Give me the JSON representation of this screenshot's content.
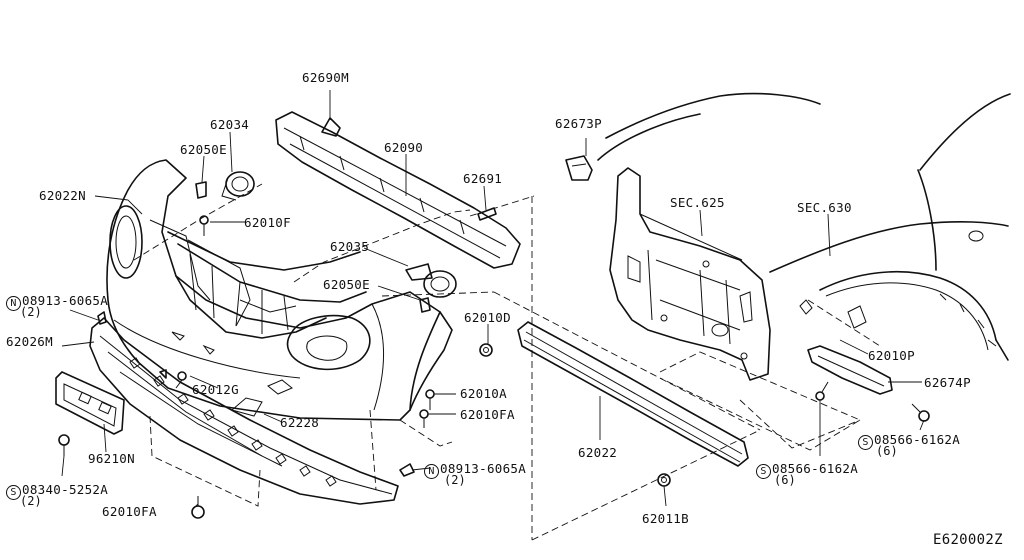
{
  "diagram_code": "E620002Z",
  "parts": [
    {
      "id": "p62690M",
      "part": "62690M"
    },
    {
      "id": "p62034",
      "part": "62034"
    },
    {
      "id": "p62090",
      "part": "62090"
    },
    {
      "id": "p62050E_top",
      "part": "62050E"
    },
    {
      "id": "p62022N",
      "part": "62022N"
    },
    {
      "id": "p62691",
      "part": "62691"
    },
    {
      "id": "p62010F",
      "part": "62010F"
    },
    {
      "id": "p62035",
      "part": "62035"
    },
    {
      "id": "p62050E_mid",
      "part": "62050E"
    },
    {
      "id": "p08913_top",
      "prefix": "N",
      "part": "08913-6065A",
      "qty": "(2)"
    },
    {
      "id": "p62010D",
      "part": "62010D"
    },
    {
      "id": "p62026M",
      "part": "62026M"
    },
    {
      "id": "p62012G",
      "part": "62012G"
    },
    {
      "id": "p62010A",
      "part": "62010A"
    },
    {
      "id": "p62010FA_mid",
      "part": "62010FA"
    },
    {
      "id": "p62228",
      "part": "62228"
    },
    {
      "id": "p96210N",
      "part": "96210N"
    },
    {
      "id": "p08913_bot",
      "prefix": "N",
      "part": "08913-6065A",
      "qty": "(2)"
    },
    {
      "id": "p08340",
      "prefix": "S",
      "part": "08340-5252A",
      "qty": "(2)"
    },
    {
      "id": "p62010FA_bot",
      "part": "62010FA"
    },
    {
      "id": "p62022",
      "part": "62022"
    },
    {
      "id": "p62011B",
      "part": "62011B"
    },
    {
      "id": "p62673P",
      "part": "62673P"
    },
    {
      "id": "pSEC625",
      "part": "SEC.625"
    },
    {
      "id": "pSEC630",
      "part": "SEC.630"
    },
    {
      "id": "p62010P",
      "part": "62010P"
    },
    {
      "id": "p62674P",
      "part": "62674P"
    },
    {
      "id": "p08566_right",
      "prefix": "S",
      "part": "08566-6162A",
      "qty": "(6)"
    },
    {
      "id": "p08566_mid",
      "prefix": "S",
      "part": "08566-6162A",
      "qty": "(6)"
    }
  ]
}
